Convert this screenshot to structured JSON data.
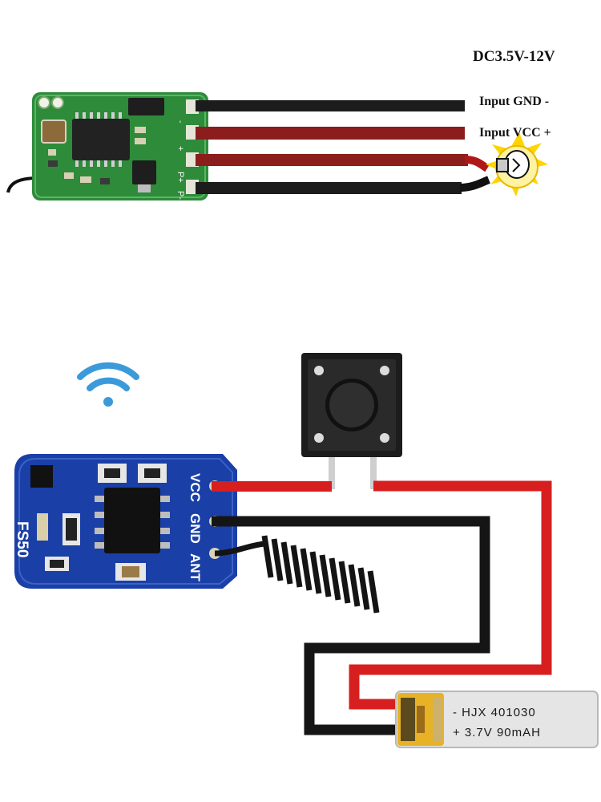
{
  "receiver": {
    "supply_label": "DC3.5V-12V",
    "wires": [
      {
        "label": "Input GND -",
        "color": "#1c1c1c"
      },
      {
        "label": "Input VCC +",
        "color": "#8b1d1d"
      }
    ],
    "pad_labels": [
      "-",
      "+",
      "P+",
      "P-"
    ]
  },
  "transmitter": {
    "board_name": "FS50",
    "pins": [
      "VCC",
      "GND",
      "ANT"
    ],
    "pcb_color": "#1a3fa6"
  },
  "battery": {
    "line1": "-  HJX  401030",
    "line2": "+ 3.7V   90mAH"
  },
  "colors": {
    "wire_red": "#d81f1f",
    "wire_black": "#151515",
    "receiver_pcb": "#2e8b3a",
    "bulb_glow": "#ffd400"
  }
}
